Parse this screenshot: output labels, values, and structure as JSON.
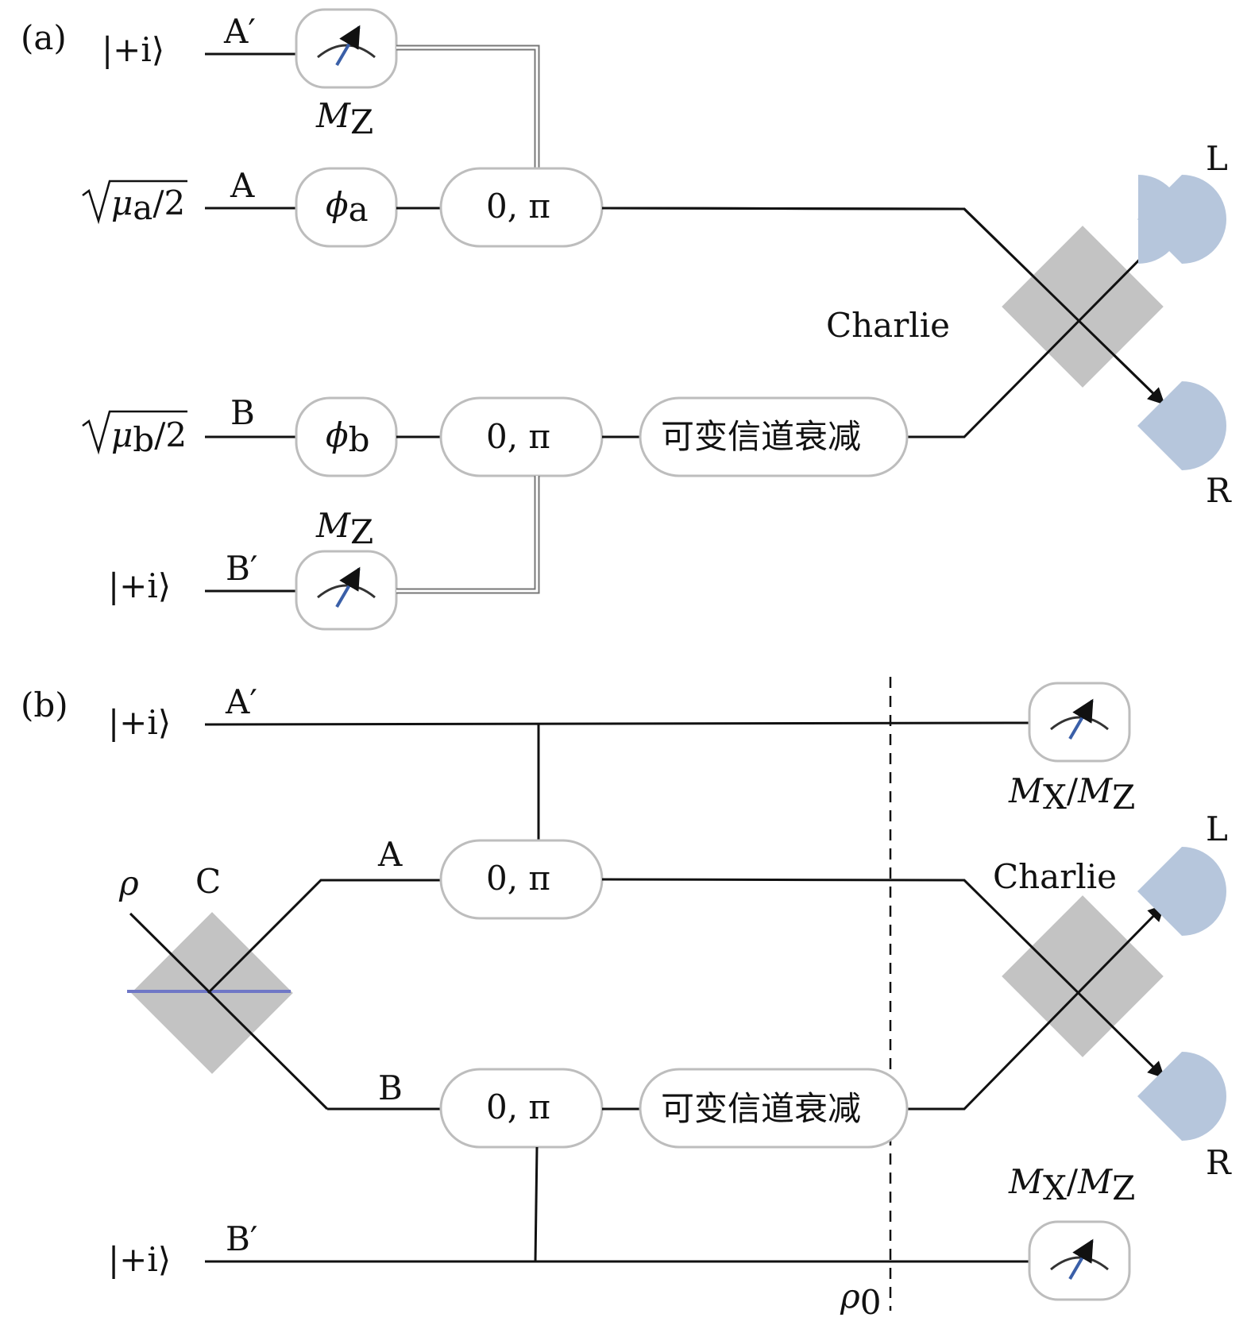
{
  "panel_a": {
    "label": "(a)",
    "state_top": "|+i⟩",
    "label_a_prime": "A′",
    "meas_top": "M",
    "meas_top_sub": "Z",
    "amp_a_sym": "μ",
    "amp_a_sub": "a",
    "amp_a_tail": "/2",
    "label_a": "A",
    "phase_a": "ϕ",
    "phase_a_sub": "a",
    "mod_a": "0,  π",
    "charlie": "Charlie",
    "det_l": "L",
    "det_r": "R",
    "amp_b_sym": "μ",
    "amp_b_sub": "b",
    "amp_b_tail": "/2",
    "label_b": "B",
    "phase_b": "ϕ",
    "phase_b_sub": "b",
    "mod_b": "0,  π",
    "attenuation": "可变信道衰减",
    "meas_bottom": "M",
    "meas_bottom_sub": "Z",
    "state_bottom": "|+i⟩",
    "label_b_prime": "B′"
  },
  "panel_b": {
    "label": "(b)",
    "state_top": "|+i⟩",
    "label_a_prime": "A′",
    "meas_top": "M",
    "meas_top_sub": "X",
    "meas_top_sep": "/",
    "meas_top2": "M",
    "meas_top2_sub": "Z",
    "source": "ρ",
    "splitter": "C",
    "label_a": "A",
    "mod_a": "0,  π",
    "charlie": "Charlie",
    "det_l": "L",
    "det_r": "R",
    "label_b": "B",
    "mod_b": "0,  π",
    "attenuation": "可变信道衰减",
    "meas_bottom": "M",
    "meas_bottom_sub": "X",
    "meas_bottom_sep": "/",
    "meas_bottom2": "M",
    "meas_bottom2_sub": "Z",
    "state_bottom": "|+i⟩",
    "label_b_prime": "B′",
    "rho0": "ρ",
    "rho0_sub": "0"
  }
}
